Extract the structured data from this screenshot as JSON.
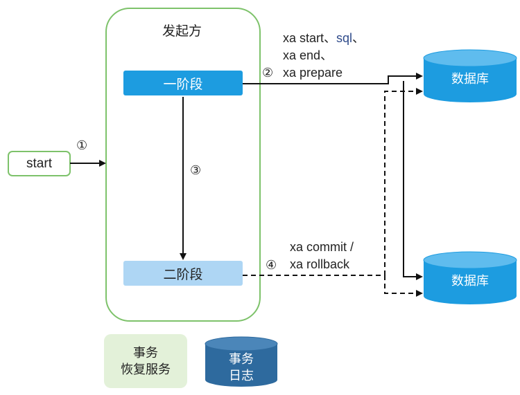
{
  "initiator": {
    "title": "发起方"
  },
  "start_box": {
    "label": "start"
  },
  "phase_one": {
    "label": "一阶段"
  },
  "phase_two": {
    "label": "二阶段"
  },
  "database_top": {
    "label": "数据库"
  },
  "database_bottom": {
    "label": "数据库"
  },
  "step_labels": {
    "s1": "①",
    "s2": "②",
    "s3": "③",
    "s4": "④"
  },
  "phase_one_commands": {
    "line1_a": "xa start、",
    "line1_b": "sql",
    "line1_c": "、",
    "line2": "xa end、",
    "line3": "xa prepare"
  },
  "phase_two_commands": {
    "line1": "xa commit /",
    "line2": "xa rollback"
  },
  "recovery_service": {
    "line1": "事务",
    "line2": "恢复服务"
  },
  "transaction_log": {
    "line1": "事务",
    "line2": "日志"
  },
  "colors": {
    "green_border": "#7dc26a",
    "phase_one_fill": "#1d9ce0",
    "phase_two_fill": "#aed6f4",
    "db_fill": "#1d9ce0",
    "recovery_fill": "#e3f1d9",
    "log_fill": "#2e6a9e",
    "sql_text": "#2e4a8a"
  }
}
